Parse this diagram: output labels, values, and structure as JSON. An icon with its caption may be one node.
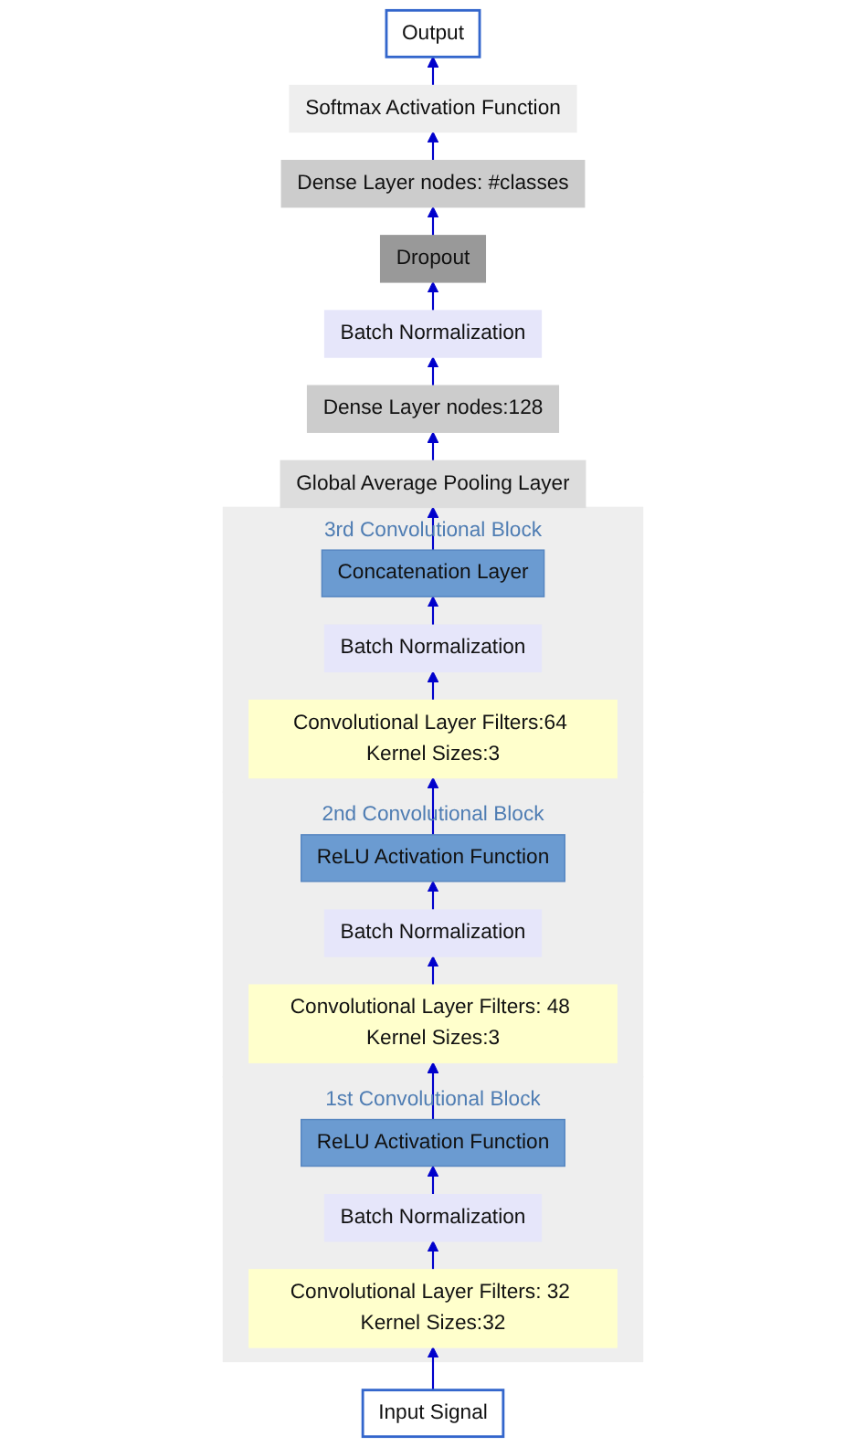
{
  "diagram": {
    "nodes": [
      {
        "text": [
          "Output"
        ]
      },
      {
        "text": [
          "Softmax Activation Function"
        ]
      },
      {
        "text": [
          "Dense Layer nodes: #classes"
        ]
      },
      {
        "text": [
          "Dropout"
        ]
      },
      {
        "text": [
          "Batch Normalization"
        ]
      },
      {
        "text": [
          "Dense Layer nodes:128"
        ]
      },
      {
        "text": [
          "Global Average Pooling Layer"
        ]
      },
      {
        "text": [
          "3rd Convolutional Block"
        ]
      },
      {
        "text": [
          "Concatenation Layer"
        ],
        "in": 7
      },
      {
        "text": [
          "Batch Normalization"
        ],
        "in": 7
      },
      {
        "text": [
          "Convolutional Layer Filters:64 Kernel Sizes:3"
        ],
        "in": 7
      },
      {
        "text": [
          "2nd Convolutional Block"
        ]
      },
      {
        "text": [
          "ReLU Activation Function"
        ],
        "in": 11
      },
      {
        "text": [
          "Batch Normalization"
        ],
        "in": 11
      },
      {
        "text": [
          "Convolutional Layer Filters: 48 Kernel Sizes:3"
        ],
        "in": 11
      },
      {
        "text": [
          "1st Convolutional Block"
        ]
      },
      {
        "text": [
          "ReLU Activation Function"
        ],
        "in": 15
      },
      {
        "text": [
          "Batch Normalization"
        ],
        "in": 15
      },
      {
        "text": [
          "Convolutional Layer Filters: 32 Kernel Sizes:32"
        ],
        "in": 15
      },
      {
        "text": [
          "Input Signal"
        ]
      }
    ],
    "edges": [
      {
        "from": 19,
        "to": 18,
        "arrow": "to"
      },
      {
        "from": 18,
        "to": 17,
        "arrow": "to"
      },
      {
        "from": 17,
        "to": 16,
        "arrow": "to"
      },
      {
        "from": 16,
        "to": 14,
        "arrow": "to"
      },
      {
        "from": 14,
        "to": 13,
        "arrow": "to"
      },
      {
        "from": 13,
        "to": 12,
        "arrow": "to"
      },
      {
        "from": 12,
        "to": 10,
        "arrow": "to"
      },
      {
        "from": 10,
        "to": 9,
        "arrow": "to"
      },
      {
        "from": 9,
        "to": 8,
        "arrow": "to"
      },
      {
        "from": 8,
        "to": 6,
        "arrow": "to"
      },
      {
        "from": 6,
        "to": 5,
        "arrow": "to"
      },
      {
        "from": 5,
        "to": 4,
        "arrow": "to"
      },
      {
        "from": 4,
        "to": 3,
        "arrow": "to"
      },
      {
        "from": 3,
        "to": 2,
        "arrow": "to"
      },
      {
        "from": 2,
        "to": 1,
        "arrow": "to"
      },
      {
        "from": 1,
        "to": 0,
        "arrow": "to"
      }
    ]
  }
}
